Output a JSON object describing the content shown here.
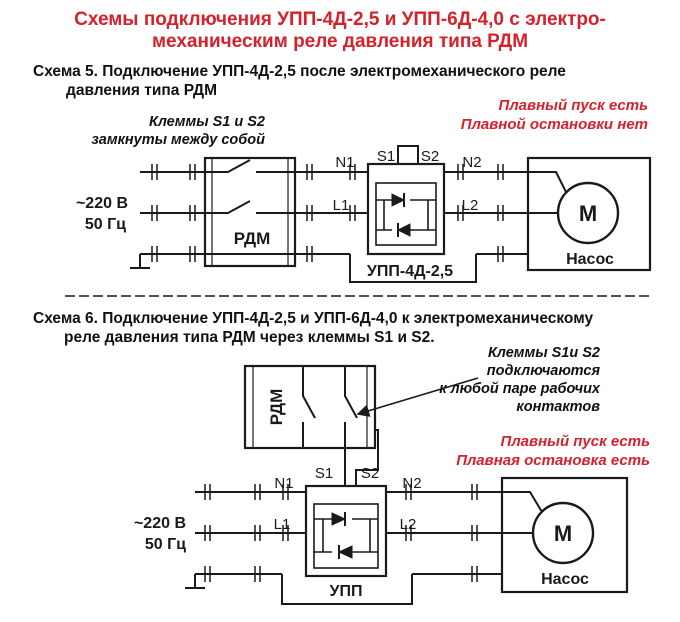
{
  "colors": {
    "accent_red": "#d6212b",
    "ink": "#1a1a1a"
  },
  "title": {
    "line1": "Схемы подключения УПП-4Д-2,5 и УПП-6Д-4,0  с электро-",
    "line2": "механическим реле давления типа РДМ"
  },
  "scheme5": {
    "title_line1": "Схема 5. Подключение УПП-4Д-2,5 после электромеханического реле",
    "title_line2": "давления типа РДМ",
    "terminals_note_line1": "Клеммы S1 и S2",
    "terminals_note_line2": "замкнуты между собой",
    "red_note_line1": "Плавный пуск есть",
    "red_note_line2": "Плавной остановки нет",
    "supply_voltage": "~220 В",
    "supply_freq": "50 Гц",
    "relay_label": "РДМ",
    "device_label": "УПП-4Д-2,5",
    "n1": "N1",
    "l1": "L1",
    "n2": "N2",
    "l2": "L2",
    "s1": "S1",
    "s2": "S2",
    "motor_label": "M",
    "pump_label": "Насос"
  },
  "scheme6": {
    "title_line1": "Схема 6. Подключение УПП-4Д-2,5 и УПП-6Д-4,0 к электромеханическому",
    "title_line2": "реле давления типа РДМ  через клеммы S1 и S2.",
    "terminals_note_line1": "Клеммы S1и S2",
    "terminals_note_line2": "подключаются",
    "terminals_note_line3": "к любой паре рабочих",
    "terminals_note_line4": "контактов",
    "red_note_line1": "Плавный пуск есть",
    "red_note_line2": "Плавная остановка есть",
    "supply_voltage": "~220 В",
    "supply_freq": "50 Гц",
    "relay_label": "РДМ",
    "device_label": "УПП",
    "n1": "N1",
    "l1": "L1",
    "n2": "N2",
    "l2": "L2",
    "s1": "S1",
    "s2": "S2",
    "motor_label": "M",
    "pump_label": "Насос"
  }
}
